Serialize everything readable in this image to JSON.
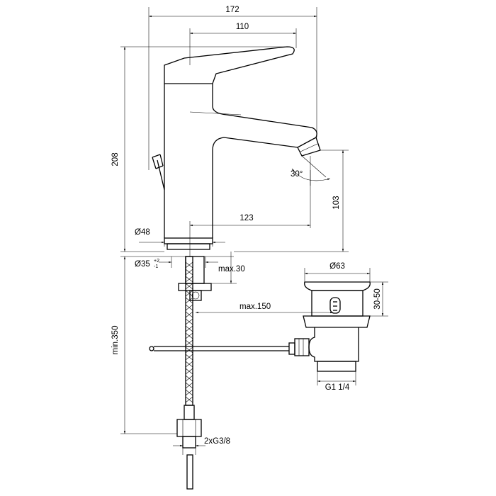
{
  "dimensions": {
    "overall_width": "172",
    "lever_length": "110",
    "total_height": "208",
    "spout_reach": "123",
    "spout_height": "103",
    "spout_angle": "30°",
    "base_diameter": "Ø48",
    "hole_diameter": "Ø35",
    "hole_tol_upper": "+2",
    "hole_tol_lower": "-1",
    "max_thickness": "max.30",
    "max_reach": "max.150",
    "min_length": "min.350",
    "connection": "2xG3/8",
    "waste_diameter": "Ø63",
    "waste_height": "30-50",
    "waste_thread": "G1 1/4"
  }
}
